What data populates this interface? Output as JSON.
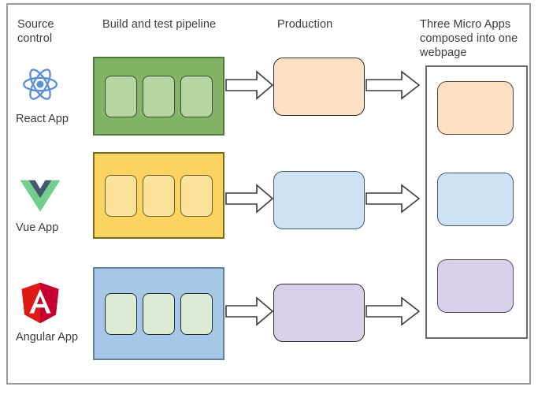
{
  "diagram": {
    "columns": {
      "source_control": "Source\ncontrol",
      "pipeline": "Build and test pipeline",
      "production": "Production",
      "composed": "Three Micro Apps composed into one webpage"
    },
    "rows": [
      {
        "id": "react",
        "app_label": "React App",
        "logo": "react-logo",
        "pipeline_color": "#82B366",
        "stage_color": "#B5D6A0",
        "production_color": "#FBE0C4",
        "micro_app_color": "#FBE0C4",
        "stage_count": 3
      },
      {
        "id": "vue",
        "app_label": "Vue App",
        "logo": "vue-logo",
        "pipeline_color": "#FAD45E",
        "stage_color": "#FBE29B",
        "production_color": "#CFE2F3",
        "micro_app_color": "#CFE2F3",
        "stage_count": 3
      },
      {
        "id": "angular",
        "app_label": "Angular App",
        "logo": "angular-logo",
        "pipeline_color": "#A5C7E8",
        "stage_color": "#DCE9D5",
        "production_color": "#D9CFE8",
        "micro_app_color": "#D9CFE8",
        "stage_count": 3
      }
    ],
    "arrows": {
      "pipeline_to_production": "block-arrow-right-icon",
      "production_to_webpage": "block-arrow-right-icon"
    },
    "colors": {
      "frame_border": "#9a9a9a",
      "text": "#3b3b3b",
      "arrow_stroke": "#3b3b3b",
      "arrow_fill": "#ffffff",
      "react_blue": "#5C8FD6",
      "vue_green": "#6FCF8B",
      "vue_navy": "#46566B",
      "angular_red": "#C3002F"
    }
  }
}
